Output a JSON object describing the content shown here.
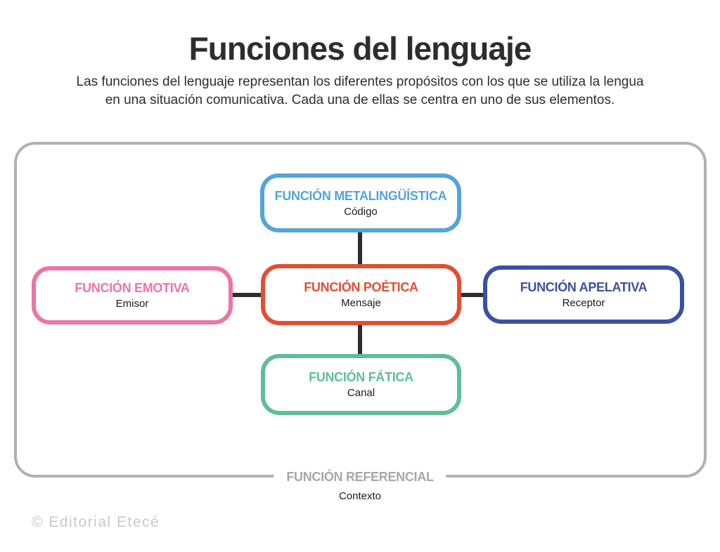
{
  "header": {
    "title": "Funciones del lenguaje",
    "subtitle_line1": "Las funciones del lenguaje representan los diferentes propósitos con los que se utiliza la lengua",
    "subtitle_line2": "en una situación comunicativa. Cada una de ellas se centra en uno de sus elementos."
  },
  "diagram": {
    "frame_color": "#b1b1b1",
    "connector_color": "#2d2d2d",
    "boxes": {
      "metalinguistica": {
        "title": "FUNCIÓN METALINGÜÍSTICA",
        "element": "Código",
        "color": "#55a4d8"
      },
      "emotiva": {
        "title": "FUNCIÓN EMOTIVA",
        "element": "Emisor",
        "color": "#ed74a7"
      },
      "poetica": {
        "title": "FUNCIÓN POÉTICA",
        "element": "Mensaje",
        "color": "#e54d30"
      },
      "apelativa": {
        "title": "FUNCIÓN APELATIVA",
        "element": "Receptor",
        "color": "#3a51a3"
      },
      "fatica": {
        "title": "FUNCIÓN FÁTICA",
        "element": "Canal",
        "color": "#61bd97"
      }
    },
    "referencial": {
      "title": "FUNCIÓN REFERENCIAL",
      "element": "Contexto",
      "color": "#a7a7a7"
    }
  },
  "footer": {
    "copyright": "© Editorial Etecé"
  }
}
